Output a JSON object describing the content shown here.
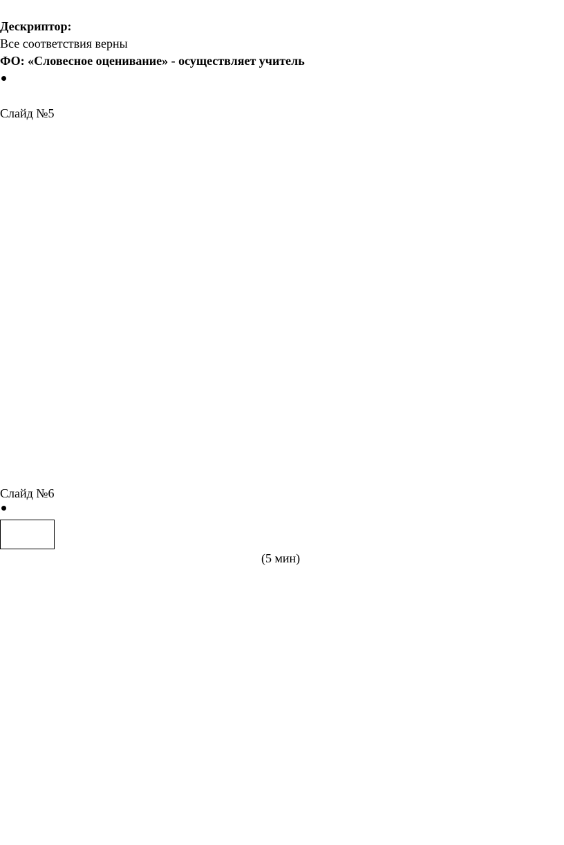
{
  "descriptor_heading": "Дескриптор:",
  "descriptor_text": "Все соответствия верны",
  "fo_line": "ФО: «Словесное оценивание» - осуществляет учитель",
  "slide5_label": "Слайд №5",
  "slide6_label": "Слайд №6",
  "duration_text": "(5 мин)"
}
